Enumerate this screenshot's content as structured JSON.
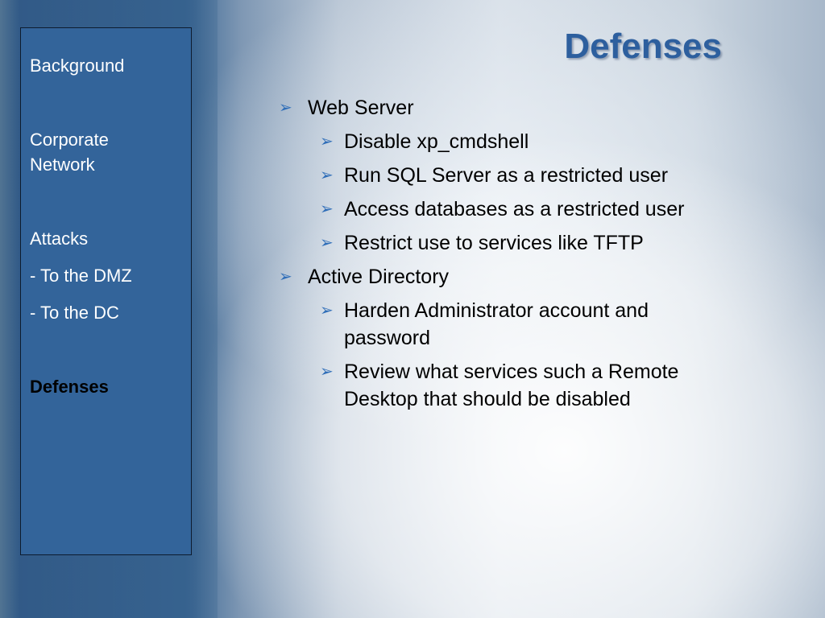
{
  "slide": {
    "title": "Defenses"
  },
  "nav": {
    "items": [
      {
        "label": "Background"
      },
      {
        "label": "Corporate Network"
      },
      {
        "label": "Attacks"
      },
      {
        "label": "- To the DMZ"
      },
      {
        "label": "- To the DC"
      },
      {
        "label": "Defenses",
        "active": true
      }
    ]
  },
  "content": {
    "sections": [
      {
        "heading": "Web Server",
        "items": [
          "Disable xp_cmdshell",
          "Run SQL Server as a restricted user",
          "Access databases as a restricted user",
          "Restrict use to services like TFTP"
        ]
      },
      {
        "heading": "Active Directory",
        "items": [
          "Harden Administrator account and password",
          "Review what services such a Remote Desktop that should be disabled"
        ]
      }
    ],
    "bullet_icon": "arrow-bullet-icon",
    "bullet_glyph": "➢",
    "colors": {
      "title": "#2d5f9e",
      "nav_panel": "#33649a",
      "bullet": "#2e6db8"
    }
  }
}
